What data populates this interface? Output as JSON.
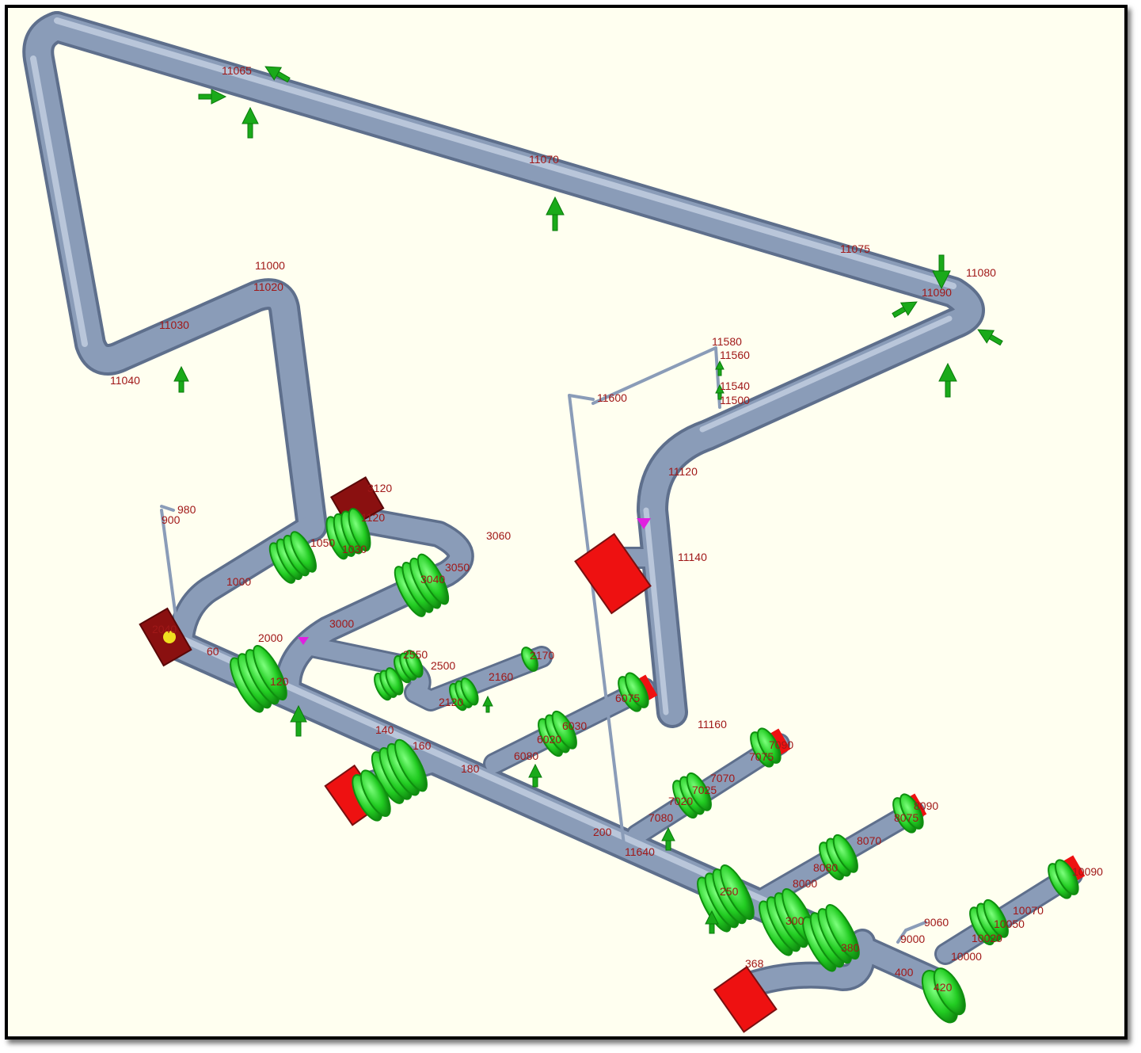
{
  "colors": {
    "background": "#fffff0",
    "pipe": "#8a9cb8",
    "pipe_dark": "#6a7c98",
    "joint": "#22cc22",
    "joint_dark": "#0f8f0f",
    "anchor": "#ee1111",
    "anchor_dark": "#7a1010",
    "arrow": "#1aaa1a",
    "label": "#a01818"
  },
  "node_labels": [
    "11065",
    "11070",
    "11075",
    "11080",
    "11090",
    "11000",
    "11020",
    "11030",
    "11040",
    "11580",
    "11560",
    "11540",
    "11500",
    "11600",
    "11120",
    "11140",
    "11160",
    "11640",
    "3120",
    "1120",
    "3060",
    "3050",
    "3040",
    "3000",
    "1050",
    "1030",
    "1000",
    "980",
    "900",
    "2040",
    "60",
    "2000",
    "120",
    "2550",
    "2500",
    "2170",
    "2160",
    "2120",
    "140",
    "160",
    "180",
    "6030",
    "6020",
    "6080",
    "6075",
    "7090",
    "7075",
    "7070",
    "7025",
    "7020",
    "7080",
    "8090",
    "8075",
    "8070",
    "8080",
    "8000",
    "10090",
    "10070",
    "10050",
    "10020",
    "10000",
    "200",
    "9060",
    "9000",
    "400",
    "420",
    "380",
    "368",
    "250",
    "300"
  ]
}
